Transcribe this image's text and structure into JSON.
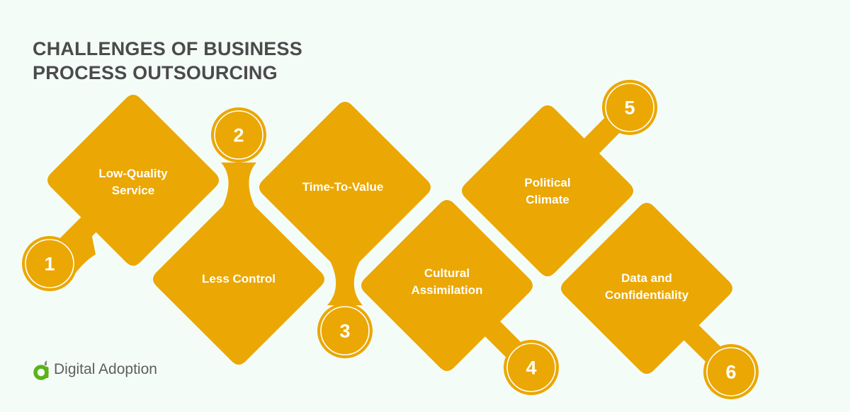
{
  "title": {
    "line1": "CHALLENGES OF BUSINESS",
    "line2": "PROCESS OUTSOURCING"
  },
  "colors": {
    "background": "#f4fcf8",
    "accent": "#eba703",
    "title": "#4b4b4b",
    "logo_green": "#5bb318",
    "logo_gray": "#5e5e5e"
  },
  "items": [
    {
      "number": "1",
      "label_lines": [
        "Low-Quality",
        "Service"
      ]
    },
    {
      "number": "2",
      "label_lines": [
        "Less Control"
      ]
    },
    {
      "number": "3",
      "label_lines": [
        "Time-To-Value"
      ]
    },
    {
      "number": "4",
      "label_lines": [
        "Cultural",
        "Assimilation"
      ]
    },
    {
      "number": "5",
      "label_lines": [
        "Political",
        "Climate"
      ]
    },
    {
      "number": "6",
      "label_lines": [
        "Data and",
        "Confidentiality"
      ]
    }
  ],
  "logo": {
    "icon": "digital-adoption-logo-icon",
    "text": "Digital Adoption"
  }
}
